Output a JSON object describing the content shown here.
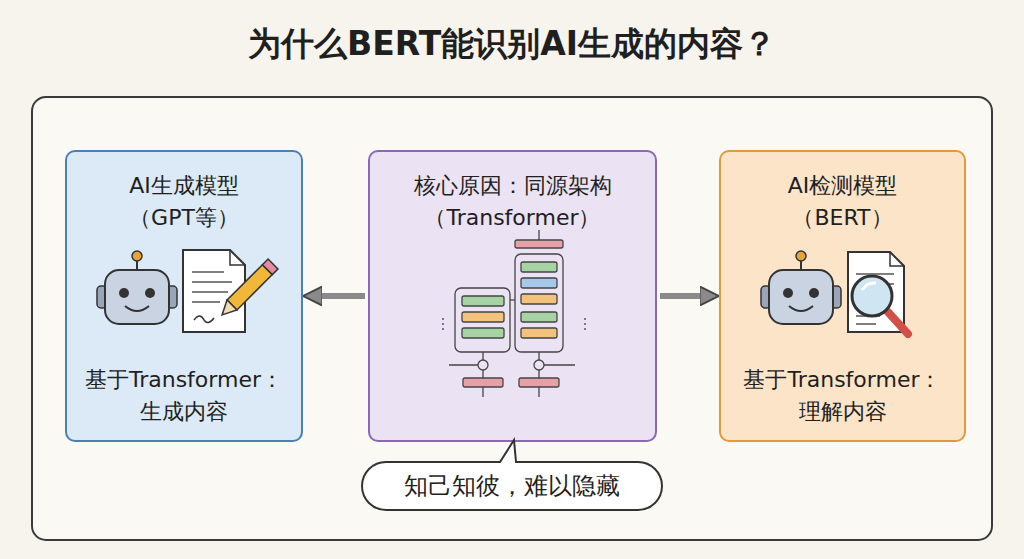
{
  "diagram": {
    "title": "为什么BERT能识别AI生成的内容？",
    "nodes": [
      {
        "text": [
          "AI生成模型 （GPT等）",
          "基于Transformer： 生成内容"
        ]
      },
      {
        "text": [
          "核心原因：同源架构 （Transformer）"
        ]
      },
      {
        "text": [
          "AI检测模型 （BERT）",
          "基于Transformer： 理解内容"
        ]
      },
      {
        "text": [
          "知己知彼，难以隐藏"
        ]
      }
    ],
    "edges": [
      {
        "from": 1,
        "to": 0,
        "arrow": "to"
      },
      {
        "from": 1,
        "to": 2,
        "arrow": "to"
      }
    ]
  }
}
